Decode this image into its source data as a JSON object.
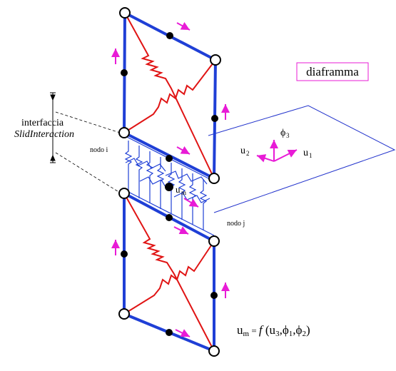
{
  "labels": {
    "diaframma": "diaframma",
    "interfaccia": "interfaccia",
    "slid_interaction": "SlidInteraction",
    "nodo_i": "nodo i",
    "nodo_j": "nodo j",
    "u_m": "u",
    "u_m_sub": "m",
    "phi3": "ϕ",
    "phi3_sub": "3",
    "u1": "u",
    "u1_sub": "1",
    "u2": "u",
    "u2_sub": "2",
    "formula_lhs": "u",
    "formula_lhs_sub": "m",
    "formula_eq": " = ",
    "formula_f": "f",
    "formula_open": " (u",
    "formula_sub3": "3",
    "formula_comma1": ",ϕ",
    "formula_sub1": "1",
    "formula_comma2": ",ϕ",
    "formula_sub2": "2",
    "formula_close": ")"
  },
  "colors": {
    "frame": "#1f3fd6",
    "diagonal": "#e01414",
    "arrow": "#e81bd6",
    "interface": "#1f3fd6",
    "plane": "#2233cc",
    "label_box": "#e81bd6"
  }
}
